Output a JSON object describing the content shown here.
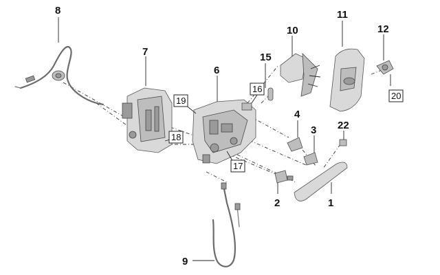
{
  "callouts": {
    "c1": "1",
    "c2": "2",
    "c4": "4",
    "c3": "3",
    "c22": "22",
    "c6": "6",
    "c7": "7",
    "c8": "8",
    "c9": "9",
    "c10": "10",
    "c11": "11",
    "c12": "12",
    "c15": "15"
  },
  "boxed_callouts": {
    "b16": "16",
    "b17": "17",
    "b18": "18",
    "b19": "19",
    "b20": "20"
  }
}
